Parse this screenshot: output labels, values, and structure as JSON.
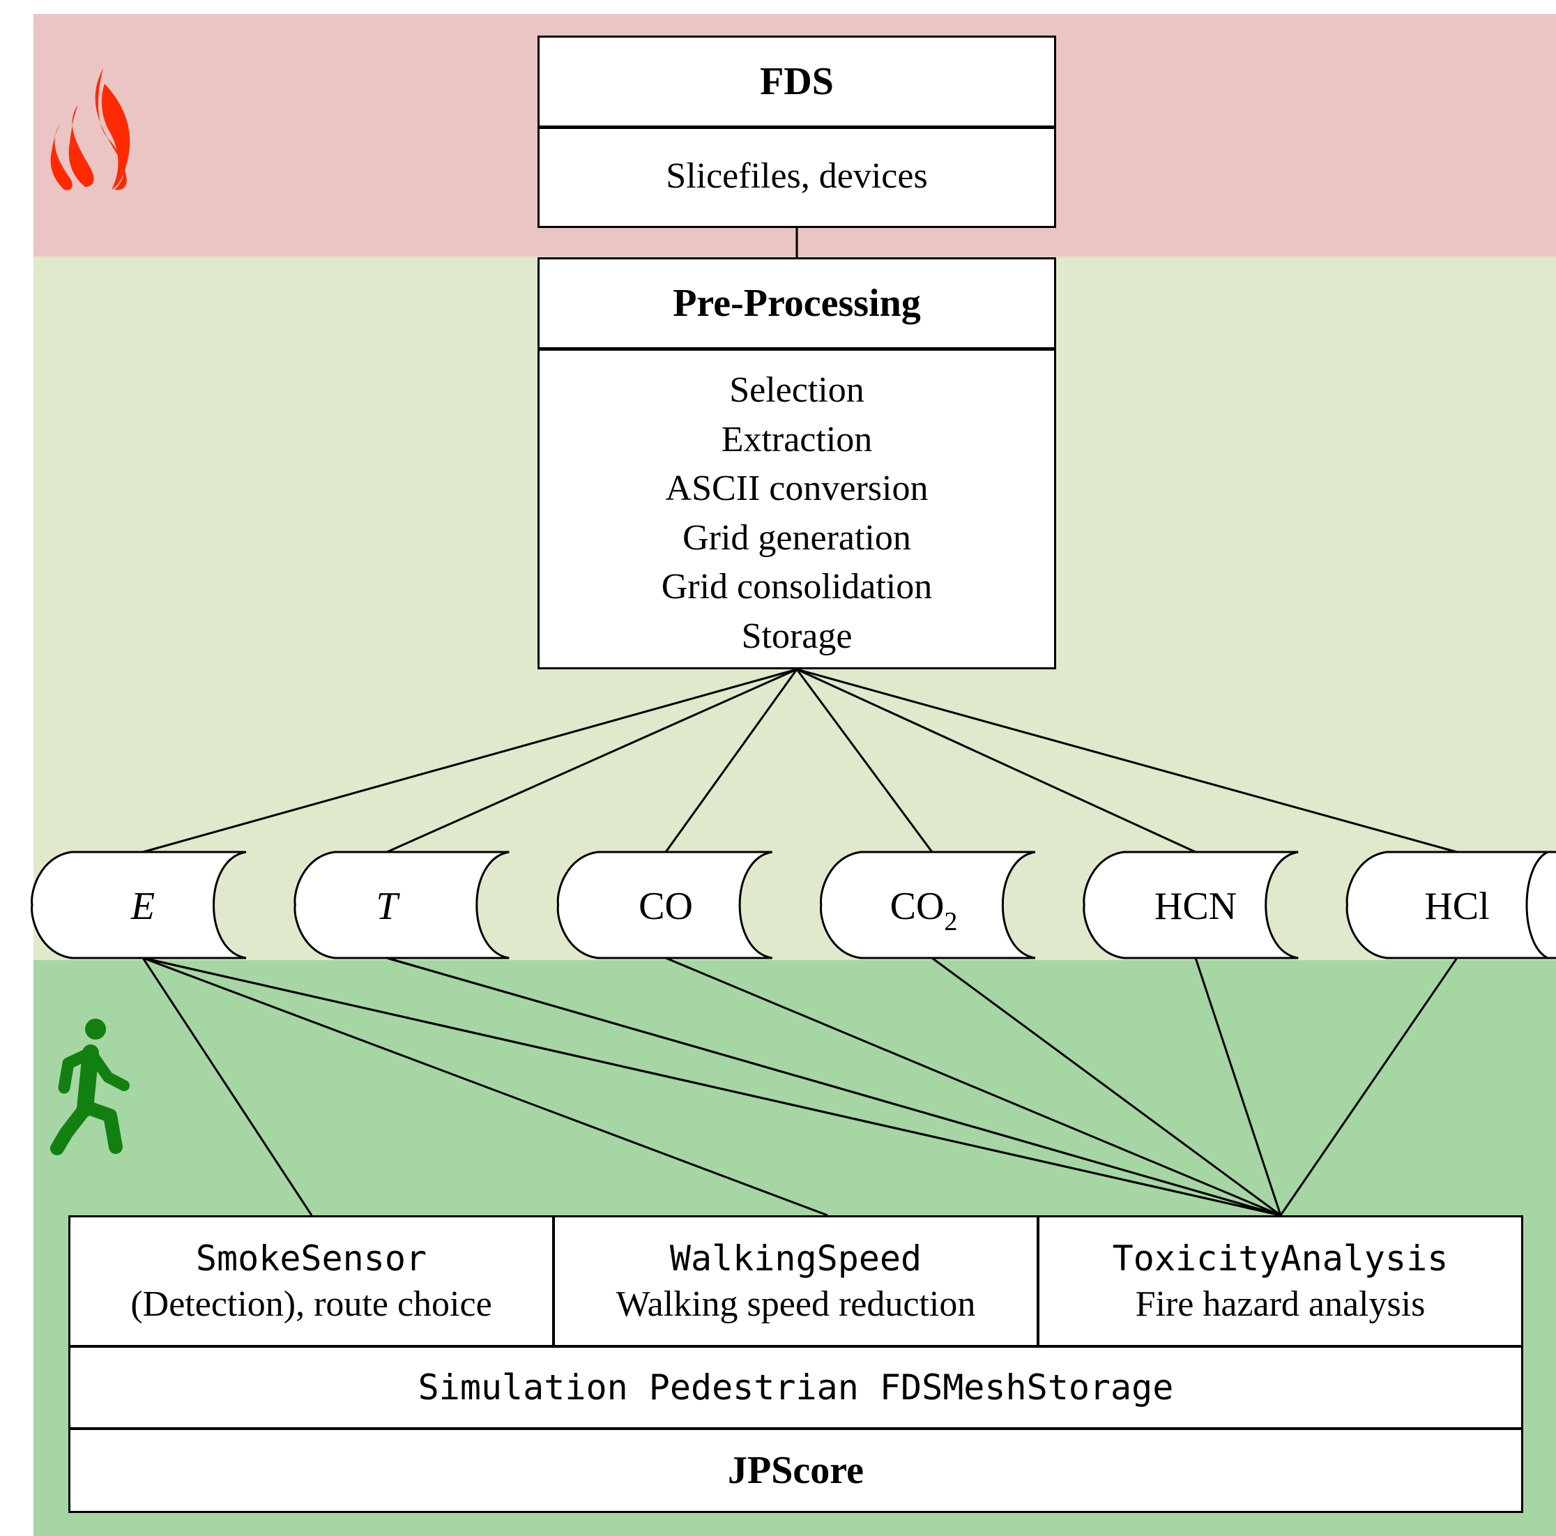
{
  "colors": {
    "fire_band": "#eac5c4",
    "preprocessing_band": "#e0e9cc",
    "pedestrian_band": "#a7d6a5",
    "flame_icon": "#ff2a00",
    "walker_icon": "#128010"
  },
  "icons": {
    "fire": "flame-icon",
    "pedestrian": "walking-person-icon"
  },
  "fds": {
    "title": "FDS",
    "subtitle": "Slicefiles, devices"
  },
  "preprocessing": {
    "title": "Pre-Processing",
    "steps": [
      "Selection",
      "Extraction",
      "ASCII conversion",
      "Grid generation",
      "Grid consolidation",
      "Storage"
    ]
  },
  "quantities": [
    {
      "label": "E",
      "italic": true
    },
    {
      "label": "T",
      "italic": true
    },
    {
      "label": "CO",
      "italic": false
    },
    {
      "label": "CO",
      "sub": "2",
      "italic": false
    },
    {
      "label": "HCN",
      "italic": false
    },
    {
      "label": "HCl",
      "italic": false
    }
  ],
  "jpscore": {
    "modules": [
      {
        "name": "SmokeSensor",
        "description": "(Detection), route choice"
      },
      {
        "name": "WalkingSpeed",
        "description": "Walking speed reduction"
      },
      {
        "name": "ToxicityAnalysis",
        "description": "Fire hazard analysis"
      }
    ],
    "storage": "Simulation Pedestrian FDSMeshStorage",
    "title": "JPScore"
  }
}
